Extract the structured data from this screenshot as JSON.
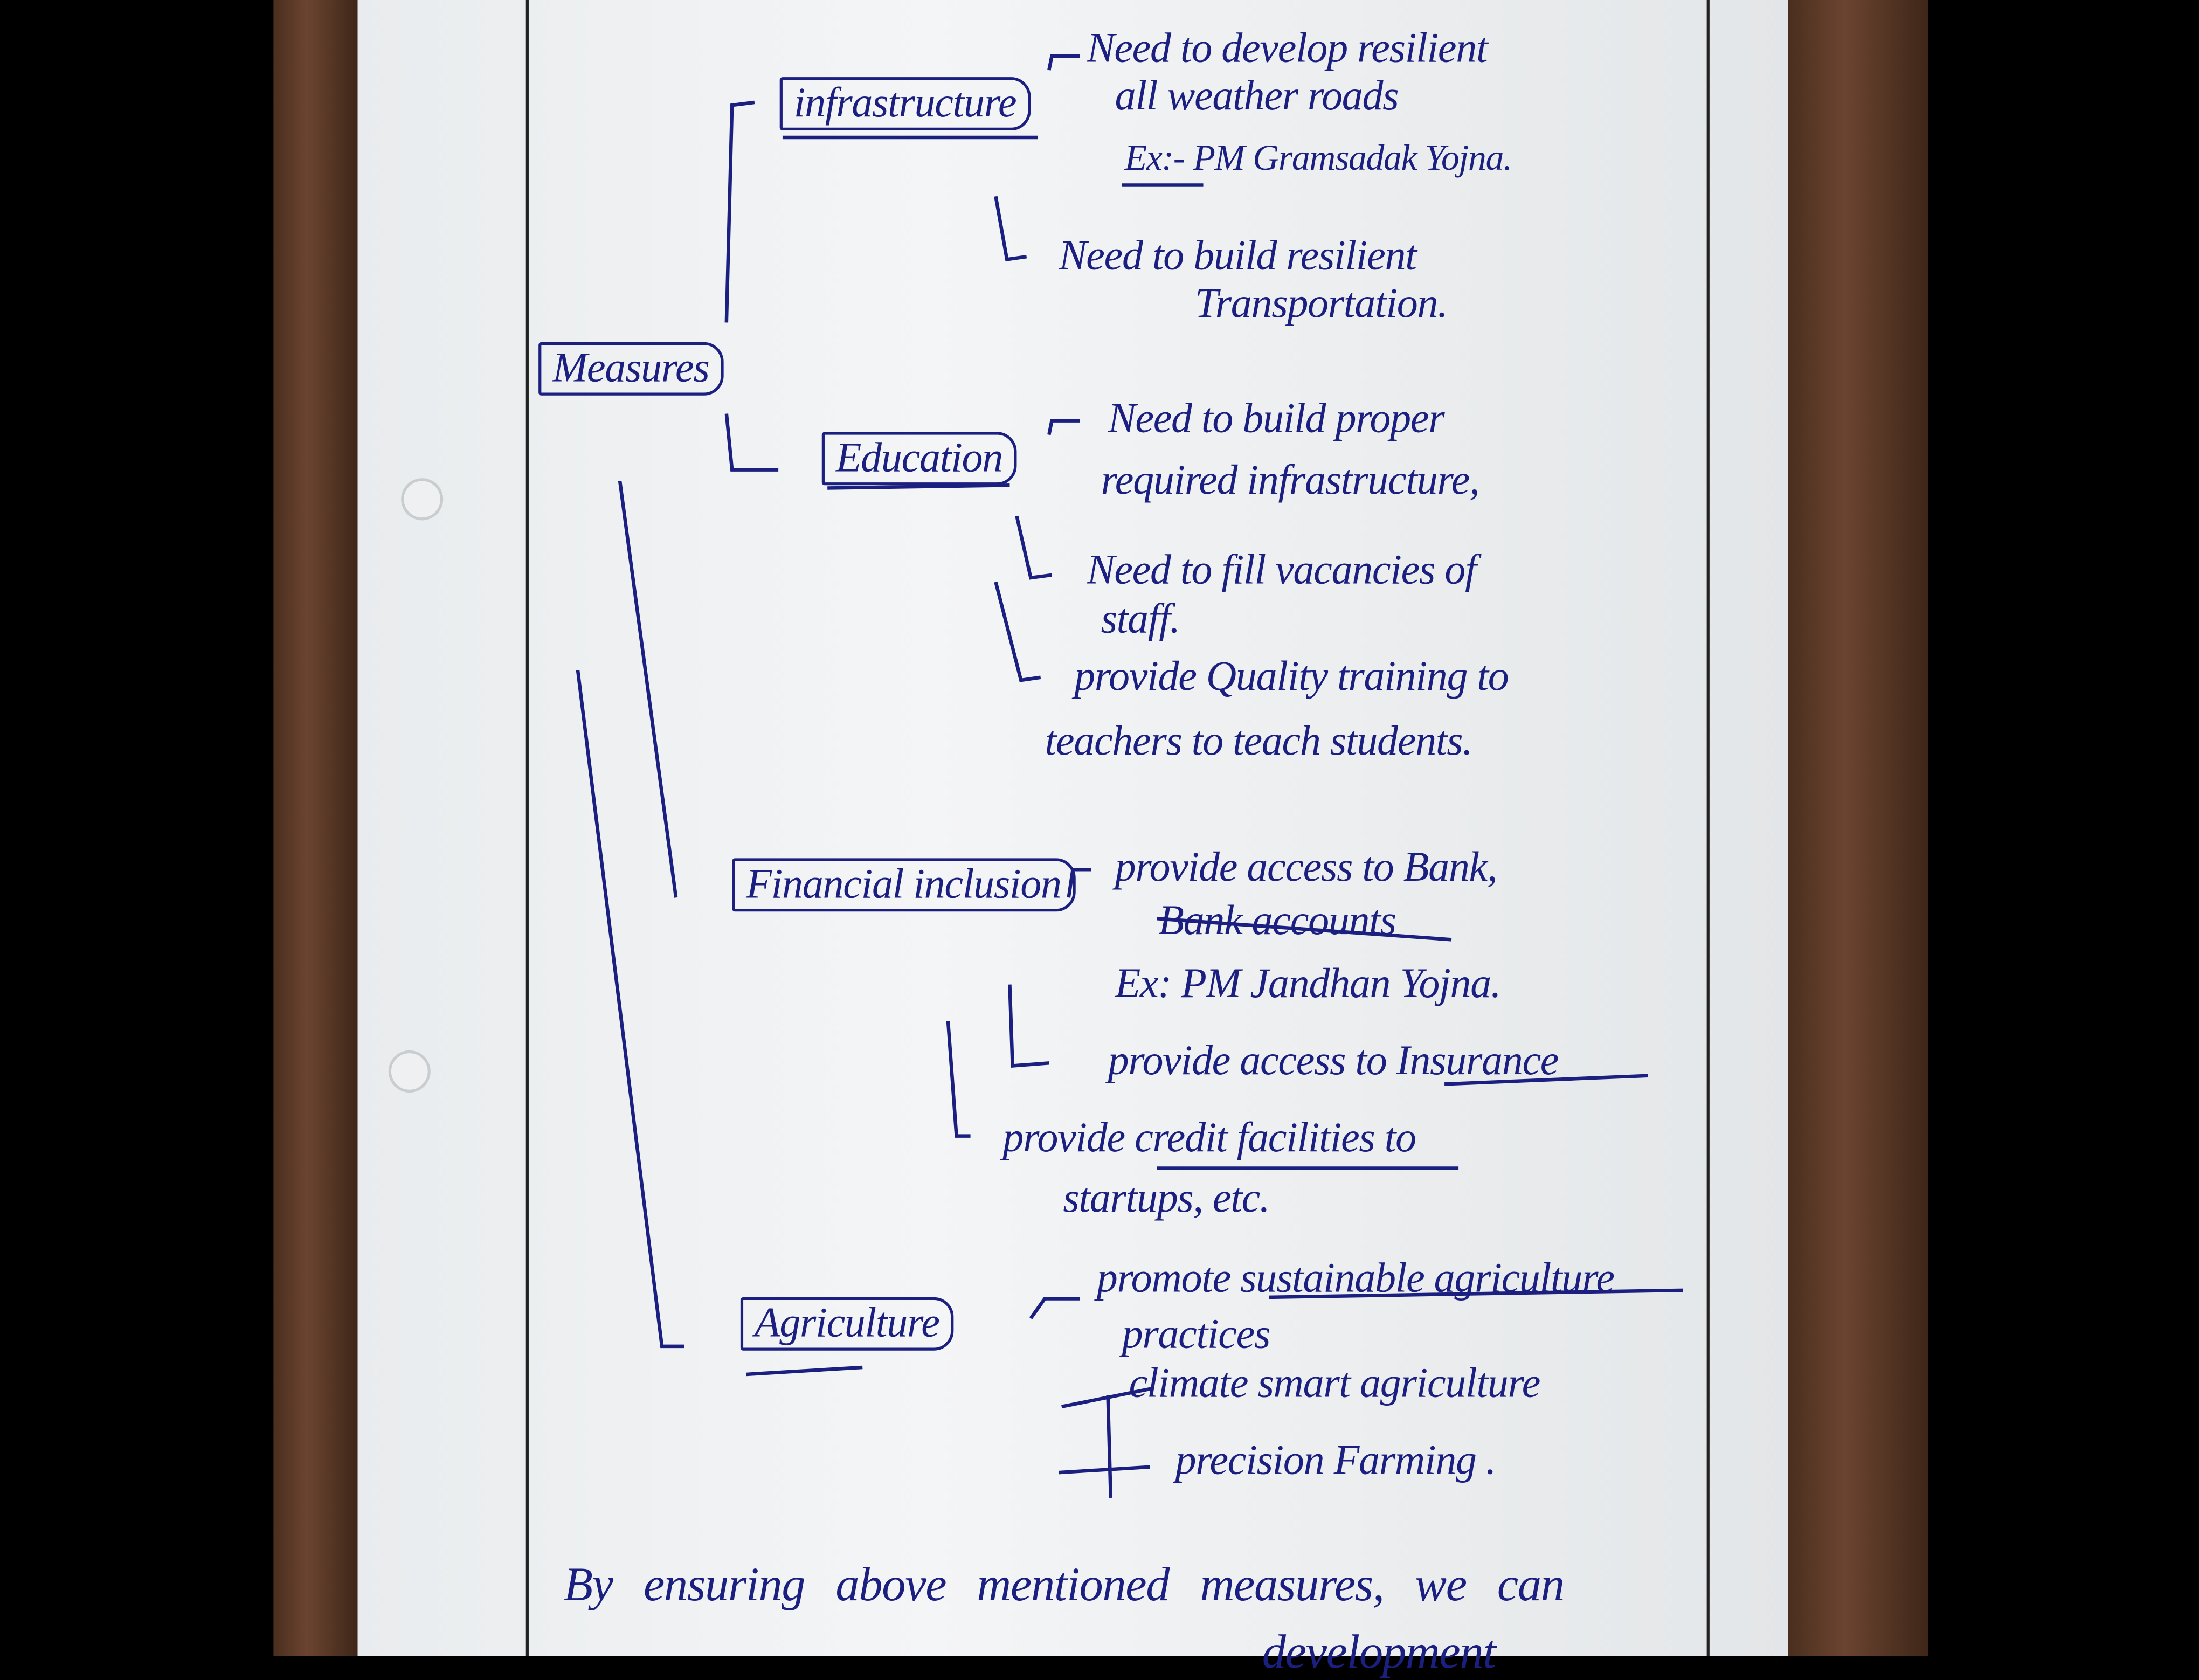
{
  "root": "Measures",
  "branches": [
    {
      "label": "infrastructure",
      "points": [
        "Need to develop resilient",
        "all weather roads",
        "Ex:- PM Gramsadak Yojna.",
        "Need to build resilient",
        "Transportation."
      ]
    },
    {
      "label": "Education",
      "points": [
        "Need to build proper",
        "required infrastructure,",
        "Need to fill vacancies of",
        "staff.",
        "provide Quality training to",
        "teachers to teach students."
      ]
    },
    {
      "label": "Financial inclusion",
      "points": [
        "provide access to Bank,",
        "Bank accounts",
        "Ex: PM Jandhan Yojna.",
        "provide access to Insurance",
        "provide credit facilities to",
        "startups, etc."
      ]
    },
    {
      "label": "Agriculture",
      "points": [
        "promote sustainable agriculture",
        "practices",
        "climate smart agriculture",
        "precision Farming ."
      ]
    }
  ],
  "conclusion": [
    "By ensuring above mentioned measures, we can",
    "development"
  ],
  "colors": {
    "ink": "#1b2080",
    "paper": "#f1f3f4",
    "wood": "#5a3826"
  }
}
